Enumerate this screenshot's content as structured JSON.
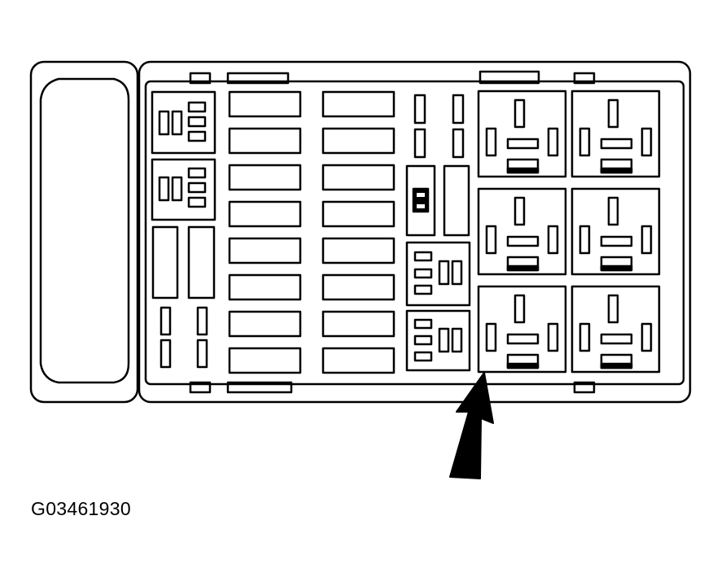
{
  "figure": {
    "caption": "G03461930",
    "subject": "fuse-relay-box",
    "arrow_target": "relay-bottom-left-of-relay-grid",
    "relay_count": 6,
    "maxi_fuse_count": 16,
    "colors": {
      "line": "#000000",
      "background": "#ffffff"
    }
  }
}
